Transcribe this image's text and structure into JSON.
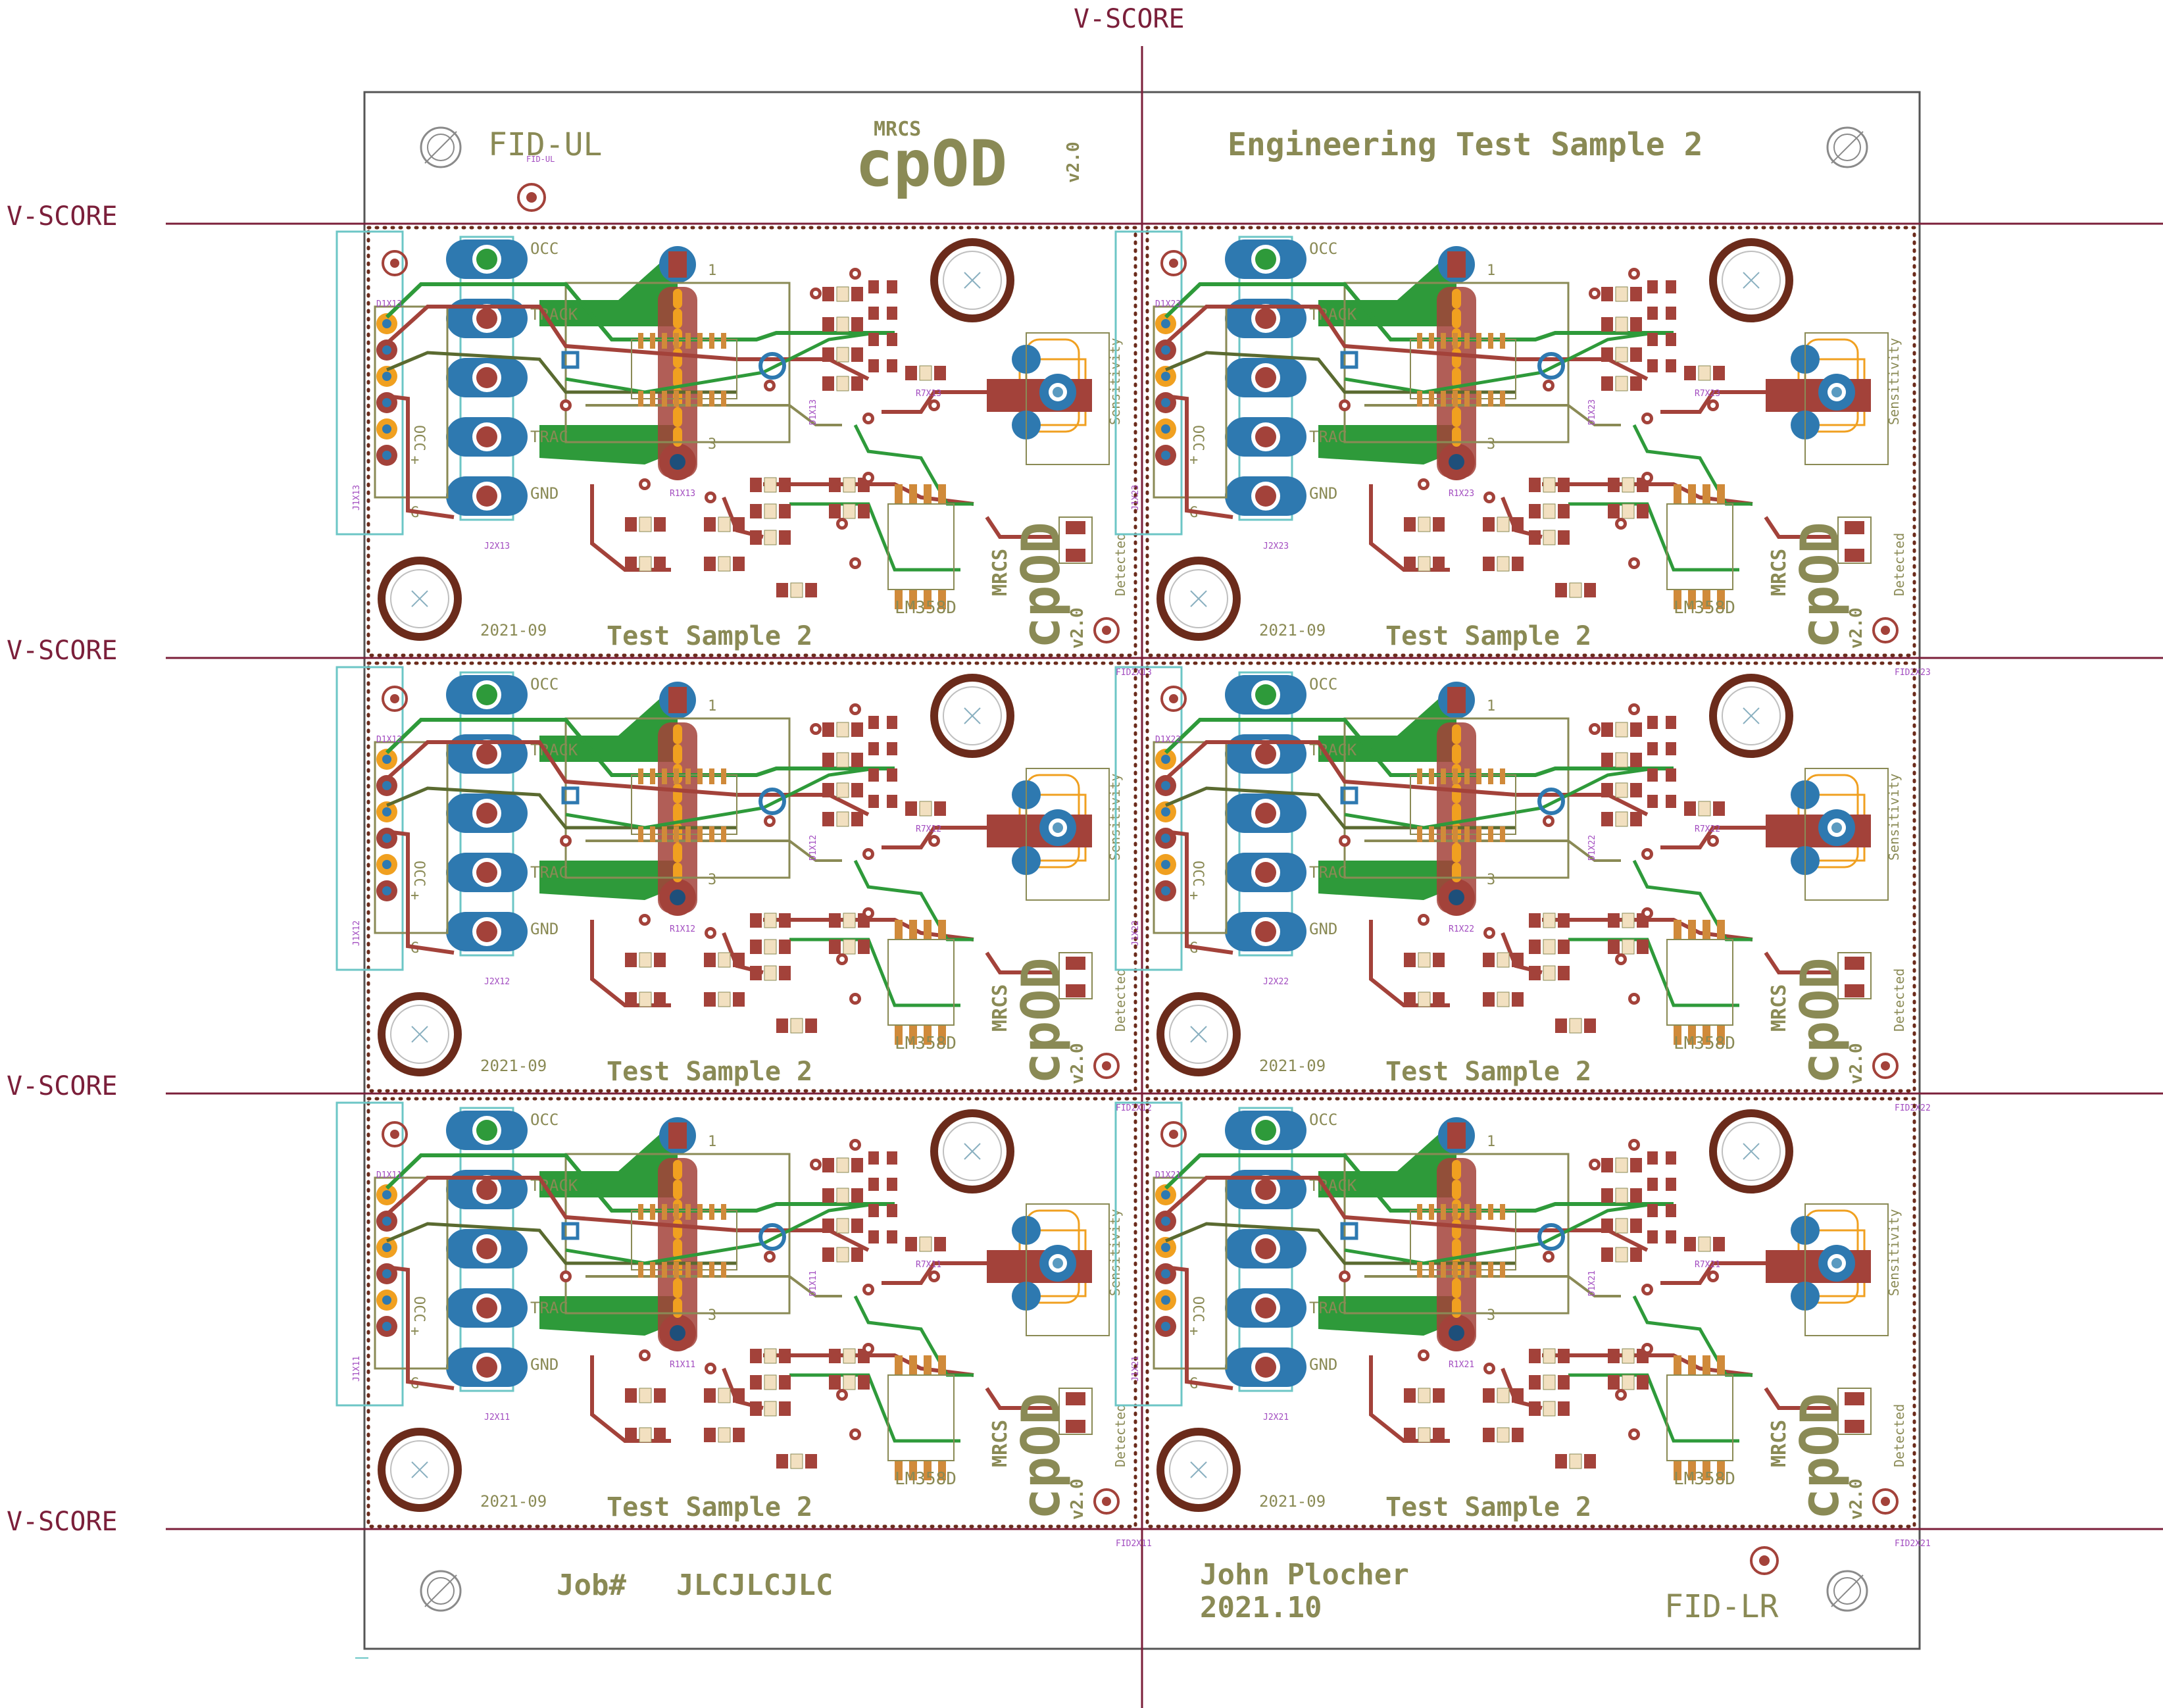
{
  "panel": {
    "vscore_label": "V-SCORE",
    "fid_ul": "FID-UL",
    "fid_ul_small": "FID-UL",
    "fid_lr": "FID-LR",
    "top_mrcs": "MRCS",
    "top_cpod": "cpOD",
    "top_version": "v2.0",
    "title": "Engineering Test Sample 2",
    "job_label": "Job#",
    "job_value": "JLCJLCJLC",
    "author": "John Plocher",
    "date": "2021.10"
  },
  "board_text": {
    "date": "2021-09",
    "name": "Test Sample 2",
    "chip": "LM358D",
    "mrcs": "MRCS",
    "cpod": "cpOD",
    "version": "v2.0",
    "occ": "OCC",
    "trac": "TRAC",
    "gnd": "GND",
    "track_side": "TRACK",
    "detected": "Detected",
    "sensitivity": "Sensitivity",
    "pin1": "1",
    "pin3": "3",
    "plus": "+",
    "occ_side": "OCC",
    "g": "G"
  },
  "boards": [
    {
      "id": "13",
      "j1": "J1X13",
      "j2": "J2X13",
      "r1": "R1X13",
      "r7": "R7X13",
      "d1": "D1X13",
      "fid": "FID2X13"
    },
    {
      "id": "23",
      "j1": "J1X23",
      "j2": "J2X23",
      "r1": "R1X23",
      "r7": "R7X23",
      "d1": "D1X23",
      "fid": "FID2X23"
    },
    {
      "id": "12",
      "j1": "J1X12",
      "j2": "J2X12",
      "r1": "R1X12",
      "r7": "R7X12",
      "d1": "D1X12",
      "fid": "FID2X12"
    },
    {
      "id": "22",
      "j1": "J1X22",
      "j2": "J2X22",
      "r1": "R1X22",
      "r7": "R7X22",
      "d1": "D1X22",
      "fid": "FID2X22"
    },
    {
      "id": "11",
      "j1": "J1X11",
      "j2": "J2X11",
      "r1": "R1X11",
      "r7": "R7X11",
      "d1": "D1X11",
      "fid": "FID2X11"
    },
    {
      "id": "21",
      "j1": "J1X21",
      "j2": "J2X21",
      "r1": "R1X21",
      "r7": "R7X21",
      "d1": "D1X21",
      "fid": "FID2X21"
    }
  ],
  "colors": {
    "vscore": "#7b1f3a",
    "silk": "#8a8a55",
    "copper_top": "#a3423a",
    "copper_bottom": "#2e79b0",
    "ground_pour": "#2e9a3a",
    "pad": "#d08a3a",
    "outline": "#7a7a7a",
    "cyan": "#6cc6c6",
    "orange": "#f0a020",
    "label": "#a24cc0"
  }
}
